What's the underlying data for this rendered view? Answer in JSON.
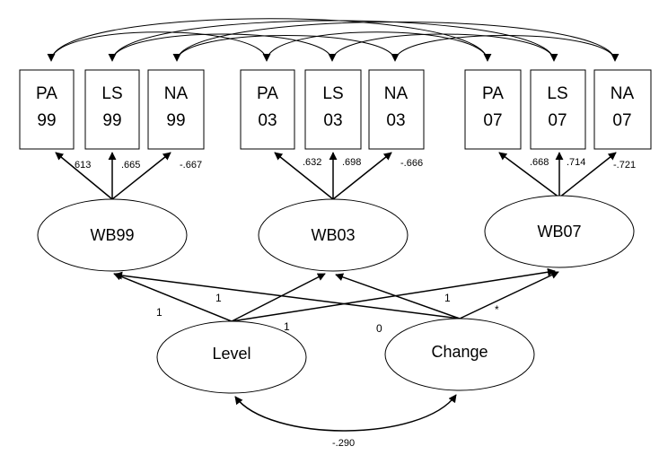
{
  "observed": [
    {
      "id": "pa99",
      "line1": "PA",
      "line2": "99"
    },
    {
      "id": "ls99",
      "line1": "LS",
      "line2": "99"
    },
    {
      "id": "na99",
      "line1": "NA",
      "line2": "99"
    },
    {
      "id": "pa03",
      "line1": "PA",
      "line2": "03"
    },
    {
      "id": "ls03",
      "line1": "LS",
      "line2": "03"
    },
    {
      "id": "na03",
      "line1": "NA",
      "line2": "03"
    },
    {
      "id": "pa07",
      "line1": "PA",
      "line2": "07"
    },
    {
      "id": "ls07",
      "line1": "LS",
      "line2": "07"
    },
    {
      "id": "na07",
      "line1": "NA",
      "line2": "07"
    }
  ],
  "latent": {
    "wb99": "WB99",
    "wb03": "WB03",
    "wb07": "WB07",
    "level": "Level",
    "change": "Change"
  },
  "loadings": {
    "pa99": ".613",
    "ls99": ".665",
    "na99": "-.667",
    "pa03": ".632",
    "ls03": ".698",
    "na03": "-.666",
    "pa07": ".668",
    "ls07": ".714",
    "na07": "-.721"
  },
  "growth_paths": {
    "level_wb99": "1",
    "level_wb03": "1",
    "level_wb07": "1",
    "change_wb99": "0",
    "change_wb03": "1",
    "change_wb07": "*"
  },
  "covariance": {
    "level_change": "-.290"
  }
}
